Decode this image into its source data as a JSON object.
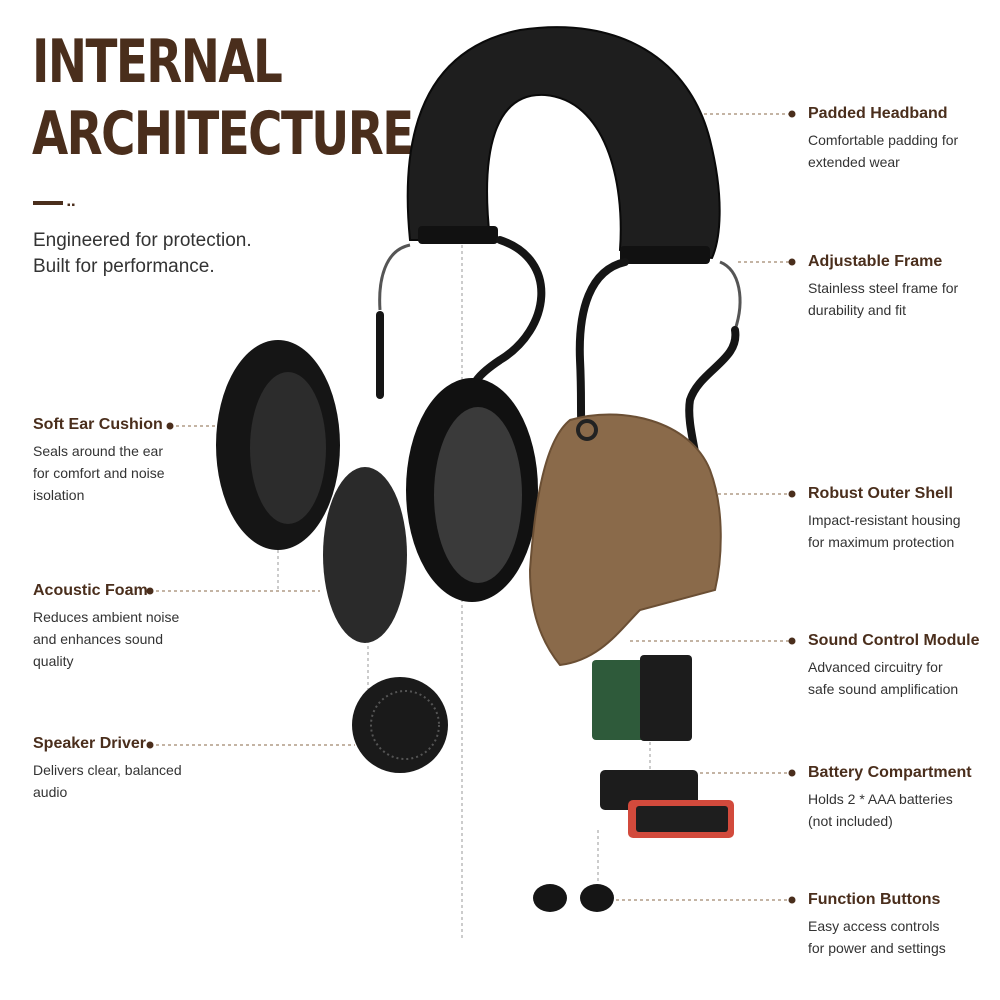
{
  "title": {
    "line1": "INTERNAL",
    "line2": "ARCHITECTURE"
  },
  "tagline": {
    "line1": "Engineered for protection.",
    "line2": "Built for performance."
  },
  "colors": {
    "brand": "#4a2e1c",
    "text": "#333333",
    "shell": "#8a6a4a",
    "foam": "#2a2a2a",
    "battery_door": "#d24a3c"
  },
  "left_labels": [
    {
      "name": "Soft Ear Cushion",
      "desc": [
        "Seals around the ear",
        "for comfort and noise",
        "isolation"
      ]
    },
    {
      "name": "Acoustic Foam",
      "desc": [
        "Reduces ambient noise",
        "and enhances sound",
        "quality"
      ]
    },
    {
      "name": "Speaker Driver",
      "desc": [
        "Delivers clear, balanced",
        "audio"
      ]
    }
  ],
  "right_labels": [
    {
      "name": "Padded Headband",
      "desc": [
        "Comfortable padding for",
        "extended wear"
      ]
    },
    {
      "name": "Adjustable Frame",
      "desc": [
        "Stainless steel frame for",
        "durability and fit"
      ]
    },
    {
      "name": "Robust Outer Shell",
      "desc": [
        "Impact-resistant housing",
        "for maximum protection"
      ]
    },
    {
      "name": "Sound Control Module",
      "desc": [
        "Advanced circuitry for",
        "safe sound amplification"
      ]
    },
    {
      "name": "Battery Compartment",
      "desc": [
        "Holds 2 * AAA batteries",
        "(not included)"
      ]
    },
    {
      "name": "Function Buttons",
      "desc": [
        "Easy access controls",
        "for power and settings"
      ]
    }
  ]
}
